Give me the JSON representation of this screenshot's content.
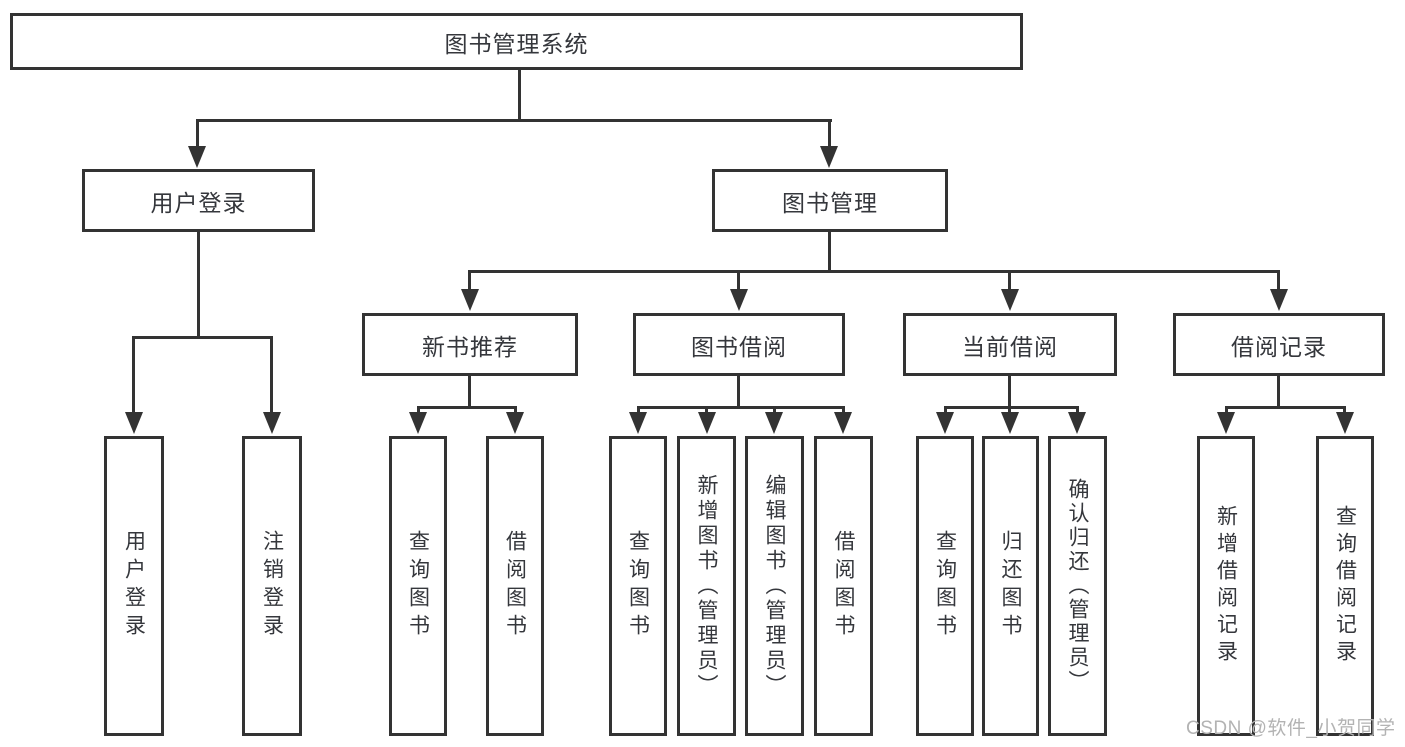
{
  "diagram": {
    "title": "图书管理系统",
    "watermark": "CSDN @软件_小贺同学",
    "colors": {
      "line": "#333333",
      "text": "#35373c",
      "watermark": "#b3b3b3",
      "background": "#ffffff"
    },
    "nodes": {
      "root": {
        "label": "图书管理系统"
      },
      "user_login": {
        "label": "用户登录"
      },
      "book_management": {
        "label": "图书管理"
      },
      "new_book_recommend": {
        "label": "新书推荐"
      },
      "book_borrowing": {
        "label": "图书借阅"
      },
      "current_borrowing": {
        "label": "当前借阅"
      },
      "borrowing_records": {
        "label": "借阅记录"
      },
      "login_user": {
        "label": "用户登录"
      },
      "logout_user": {
        "label": "注销登录"
      },
      "query_books_recommend": {
        "label": "查询图书"
      },
      "borrow_books_recommend": {
        "label": "借阅图书"
      },
      "query_books_borrowing": {
        "label": "查询图书"
      },
      "add_books_admin": {
        "label": "新增图书（管理员）"
      },
      "edit_books_admin": {
        "label": "编辑图书（管理员）"
      },
      "borrow_books_borrowing": {
        "label": "借阅图书"
      },
      "query_books_current": {
        "label": "查询图书"
      },
      "return_books": {
        "label": "归还图书"
      },
      "confirm_return_admin": {
        "label": "确认归还（管理员）"
      },
      "add_borrow_record": {
        "label": "新增借阅记录"
      },
      "query_borrow_record": {
        "label": "查询借阅记录"
      }
    }
  }
}
